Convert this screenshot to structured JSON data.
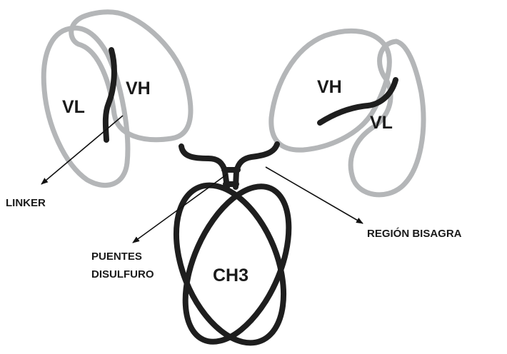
{
  "diagram": {
    "labels": {
      "vl_left": "VL",
      "vh_left": "VH",
      "vh_right": "VH",
      "vl_right": "VL",
      "ch3": "CH3",
      "linker": "LINKER",
      "puentes": "PUENTES",
      "disulfuro": "DISULFURO",
      "region_bisagra": "REGIÓN BISAGRA"
    },
    "colors": {
      "variable_domains": "#b4b6b8",
      "linker_and_ch3": "#1e1e1e"
    }
  }
}
